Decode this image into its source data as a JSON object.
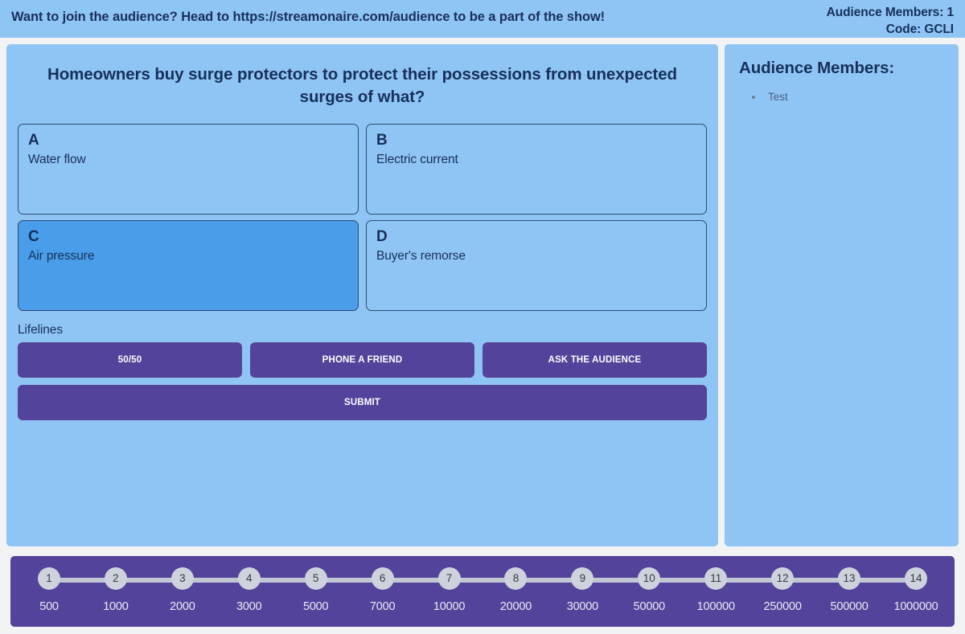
{
  "header": {
    "join_message": "Want to join the audience? Head to https://streamonaire.com/audience to be a part of the show!",
    "audience_members": "Audience Members: 1",
    "code": "Code: GCLI"
  },
  "game": {
    "question": "Homeowners buy surge protectors to protect their possessions from unexpected surges of what?",
    "answers": [
      {
        "letter": "A",
        "text": "Water flow",
        "selected": false
      },
      {
        "letter": "B",
        "text": "Electric current",
        "selected": false
      },
      {
        "letter": "C",
        "text": "Air pressure",
        "selected": true
      },
      {
        "letter": "D",
        "text": "Buyer's remorse",
        "selected": false
      }
    ],
    "lifelines_label": "Lifelines",
    "lifelines": [
      {
        "label": "50/50"
      },
      {
        "label": "PHONE A FRIEND"
      },
      {
        "label": "ASK THE AUDIENCE"
      }
    ],
    "submit_label": "SUBMIT"
  },
  "audience": {
    "title": "Audience Members:",
    "members": [
      "Test"
    ]
  },
  "ladder": {
    "steps": [
      {
        "number": "1",
        "amount": "500"
      },
      {
        "number": "2",
        "amount": "1000"
      },
      {
        "number": "3",
        "amount": "2000"
      },
      {
        "number": "4",
        "amount": "3000"
      },
      {
        "number": "5",
        "amount": "5000"
      },
      {
        "number": "6",
        "amount": "7000"
      },
      {
        "number": "7",
        "amount": "10000"
      },
      {
        "number": "8",
        "amount": "20000"
      },
      {
        "number": "9",
        "amount": "30000"
      },
      {
        "number": "10",
        "amount": "50000"
      },
      {
        "number": "11",
        "amount": "100000"
      },
      {
        "number": "12",
        "amount": "250000"
      },
      {
        "number": "13",
        "amount": "500000"
      },
      {
        "number": "14",
        "amount": "1000000"
      }
    ]
  },
  "colors": {
    "panel_blue": "#8fc5f5",
    "selected_blue": "#4a9de8",
    "purple": "#53439b",
    "text_navy": "#16305a",
    "page_bg": "#f2f3f5"
  }
}
